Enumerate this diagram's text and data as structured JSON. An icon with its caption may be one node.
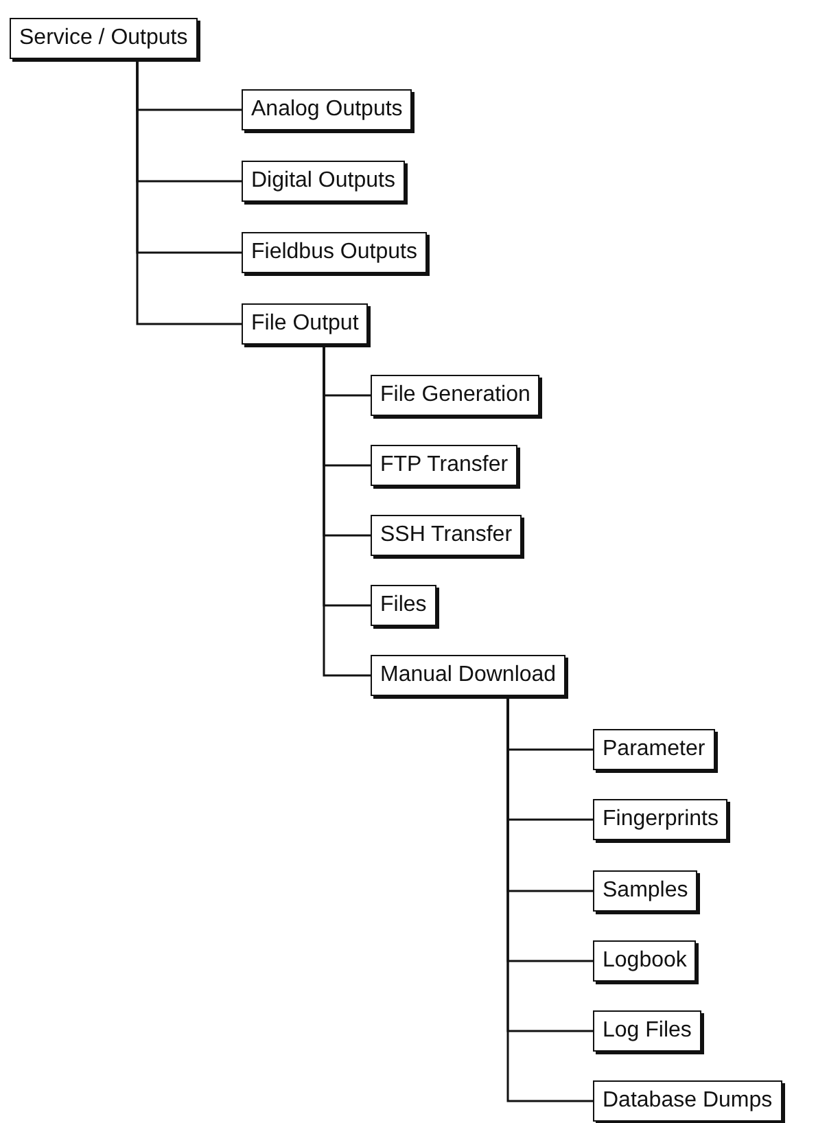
{
  "diagram": {
    "nodes": [
      {
        "text": [
          "Service / Outputs"
        ]
      },
      {
        "text": [
          "Analog Outputs"
        ]
      },
      {
        "text": [
          "Digital Outputs"
        ]
      },
      {
        "text": [
          "Fieldbus Outputs"
        ]
      },
      {
        "text": [
          "File Output"
        ]
      },
      {
        "text": [
          "File Generation"
        ]
      },
      {
        "text": [
          "FTP Transfer"
        ]
      },
      {
        "text": [
          "SSH Transfer"
        ]
      },
      {
        "text": [
          "Files"
        ]
      },
      {
        "text": [
          "Manual Download"
        ]
      },
      {
        "text": [
          "Parameter"
        ]
      },
      {
        "text": [
          "Fingerprints"
        ]
      },
      {
        "text": [
          "Samples"
        ]
      },
      {
        "text": [
          "Logbook"
        ]
      },
      {
        "text": [
          "Log Files"
        ]
      },
      {
        "text": [
          "Database Dumps"
        ]
      }
    ],
    "edges": [
      {
        "from": 0,
        "to": 1,
        "arrow": "none"
      },
      {
        "from": 0,
        "to": 2,
        "arrow": "none"
      },
      {
        "from": 0,
        "to": 3,
        "arrow": "none"
      },
      {
        "from": 0,
        "to": 4,
        "arrow": "none"
      },
      {
        "from": 4,
        "to": 5,
        "arrow": "none"
      },
      {
        "from": 4,
        "to": 6,
        "arrow": "none"
      },
      {
        "from": 4,
        "to": 7,
        "arrow": "none"
      },
      {
        "from": 4,
        "to": 8,
        "arrow": "none"
      },
      {
        "from": 4,
        "to": 9,
        "arrow": "none"
      },
      {
        "from": 9,
        "to": 10,
        "arrow": "none"
      },
      {
        "from": 9,
        "to": 11,
        "arrow": "none"
      },
      {
        "from": 9,
        "to": 12,
        "arrow": "none"
      },
      {
        "from": 9,
        "to": 13,
        "arrow": "none"
      },
      {
        "from": 9,
        "to": 14,
        "arrow": "none"
      },
      {
        "from": 9,
        "to": 15,
        "arrow": "none"
      }
    ]
  }
}
